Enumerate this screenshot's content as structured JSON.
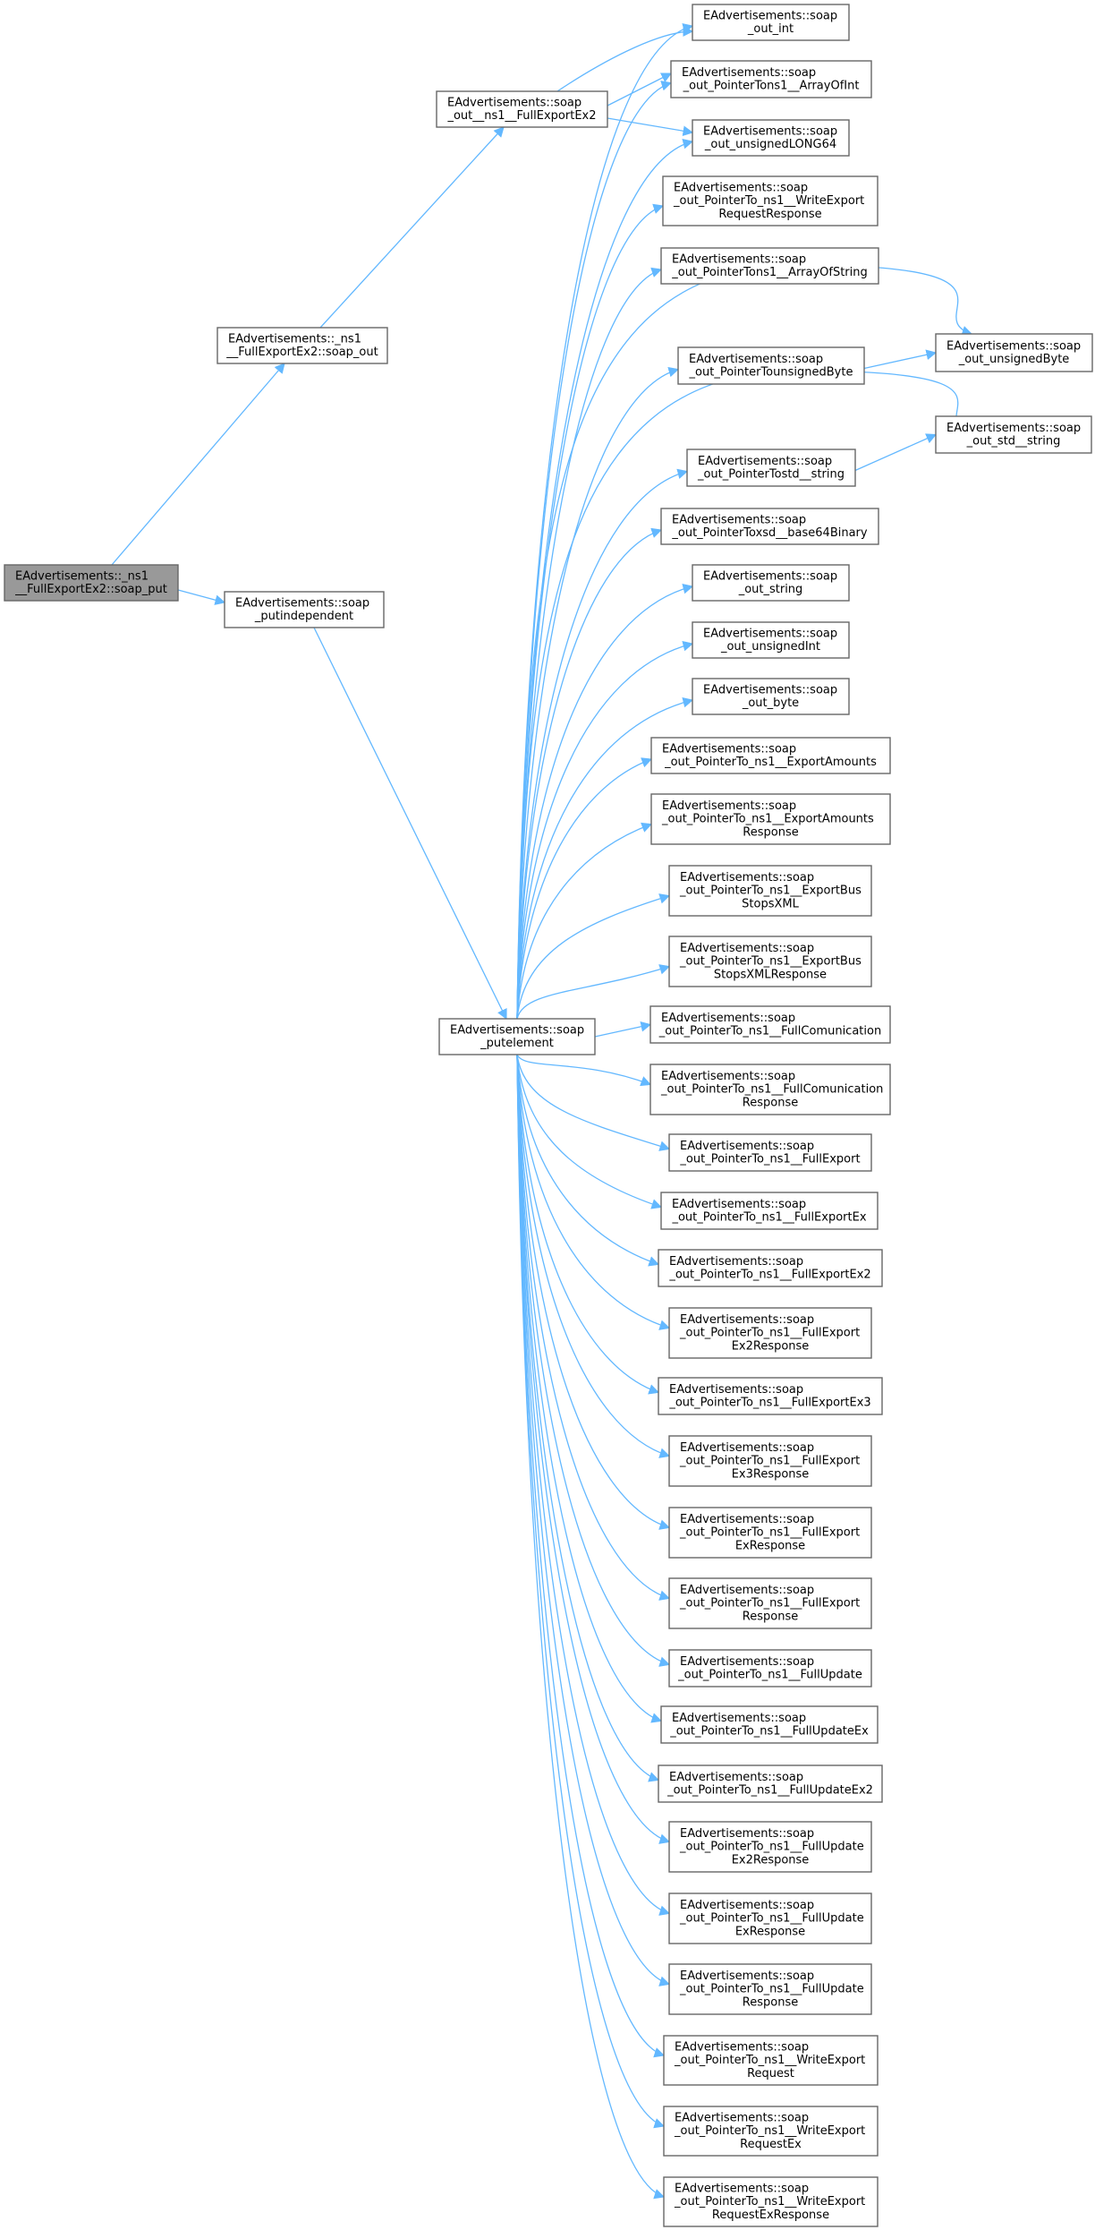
{
  "colors": {
    "edge": "#63b8ff",
    "node_border": "#666666",
    "highlight_fill": "#999999"
  },
  "nodes": [
    {
      "id": "put",
      "lines": [
        "EAdvertisements::_ns1",
        "__FullExportEx2::soap_put"
      ],
      "highlighted": true
    },
    {
      "id": "soap_out",
      "lines": [
        "EAdvertisements::_ns1",
        "__FullExportEx2::soap_out"
      ]
    },
    {
      "id": "putindependent",
      "lines": [
        "EAdvertisements::soap",
        "_putindependent"
      ]
    },
    {
      "id": "out_fee2",
      "lines": [
        "EAdvertisements::soap",
        "_out__ns1__FullExportEx2"
      ]
    },
    {
      "id": "putelement",
      "lines": [
        "EAdvertisements::soap",
        "_putelement"
      ]
    },
    {
      "id": "n1",
      "lines": [
        "EAdvertisements::soap",
        "_out_int"
      ]
    },
    {
      "id": "n2",
      "lines": [
        "EAdvertisements::soap",
        "_out_PointerTons1__ArrayOfInt"
      ]
    },
    {
      "id": "n3",
      "lines": [
        "EAdvertisements::soap",
        "_out_unsignedLONG64"
      ]
    },
    {
      "id": "n4",
      "lines": [
        "EAdvertisements::soap",
        "_out_PointerTo_ns1__WriteExport",
        "RequestResponse"
      ]
    },
    {
      "id": "n5",
      "lines": [
        "EAdvertisements::soap",
        "_out_PointerTons1__ArrayOfString"
      ]
    },
    {
      "id": "n6",
      "lines": [
        "EAdvertisements::soap",
        "_out_PointerTounsignedByte"
      ]
    },
    {
      "id": "n7",
      "lines": [
        "EAdvertisements::soap",
        "_out_PointerTostd__string"
      ]
    },
    {
      "id": "n8",
      "lines": [
        "EAdvertisements::soap",
        "_out_PointerToxsd__base64Binary"
      ]
    },
    {
      "id": "n9",
      "lines": [
        "EAdvertisements::soap",
        "_out_string"
      ]
    },
    {
      "id": "n10",
      "lines": [
        "EAdvertisements::soap",
        "_out_unsignedInt"
      ]
    },
    {
      "id": "n11",
      "lines": [
        "EAdvertisements::soap",
        "_out_byte"
      ]
    },
    {
      "id": "n12",
      "lines": [
        "EAdvertisements::soap",
        "_out_PointerTo_ns1__ExportAmounts"
      ]
    },
    {
      "id": "n13",
      "lines": [
        "EAdvertisements::soap",
        "_out_PointerTo_ns1__ExportAmounts",
        "Response"
      ]
    },
    {
      "id": "n14",
      "lines": [
        "EAdvertisements::soap",
        "_out_PointerTo_ns1__ExportBus",
        "StopsXML"
      ]
    },
    {
      "id": "n15",
      "lines": [
        "EAdvertisements::soap",
        "_out_PointerTo_ns1__ExportBus",
        "StopsXMLResponse"
      ]
    },
    {
      "id": "n16",
      "lines": [
        "EAdvertisements::soap",
        "_out_PointerTo_ns1__FullComunication"
      ]
    },
    {
      "id": "n17",
      "lines": [
        "EAdvertisements::soap",
        "_out_PointerTo_ns1__FullComunication",
        "Response"
      ]
    },
    {
      "id": "n18",
      "lines": [
        "EAdvertisements::soap",
        "_out_PointerTo_ns1__FullExport"
      ]
    },
    {
      "id": "n19",
      "lines": [
        "EAdvertisements::soap",
        "_out_PointerTo_ns1__FullExportEx"
      ]
    },
    {
      "id": "n20",
      "lines": [
        "EAdvertisements::soap",
        "_out_PointerTo_ns1__FullExportEx2"
      ]
    },
    {
      "id": "n21",
      "lines": [
        "EAdvertisements::soap",
        "_out_PointerTo_ns1__FullExport",
        "Ex2Response"
      ]
    },
    {
      "id": "n22",
      "lines": [
        "EAdvertisements::soap",
        "_out_PointerTo_ns1__FullExportEx3"
      ]
    },
    {
      "id": "n23",
      "lines": [
        "EAdvertisements::soap",
        "_out_PointerTo_ns1__FullExport",
        "Ex3Response"
      ]
    },
    {
      "id": "n24",
      "lines": [
        "EAdvertisements::soap",
        "_out_PointerTo_ns1__FullExport",
        "ExResponse"
      ]
    },
    {
      "id": "n25",
      "lines": [
        "EAdvertisements::soap",
        "_out_PointerTo_ns1__FullExport",
        "Response"
      ]
    },
    {
      "id": "n26",
      "lines": [
        "EAdvertisements::soap",
        "_out_PointerTo_ns1__FullUpdate"
      ]
    },
    {
      "id": "n27",
      "lines": [
        "EAdvertisements::soap",
        "_out_PointerTo_ns1__FullUpdateEx"
      ]
    },
    {
      "id": "n28",
      "lines": [
        "EAdvertisements::soap",
        "_out_PointerTo_ns1__FullUpdateEx2"
      ]
    },
    {
      "id": "n29",
      "lines": [
        "EAdvertisements::soap",
        "_out_PointerTo_ns1__FullUpdate",
        "Ex2Response"
      ]
    },
    {
      "id": "n30",
      "lines": [
        "EAdvertisements::soap",
        "_out_PointerTo_ns1__FullUpdate",
        "ExResponse"
      ]
    },
    {
      "id": "n31",
      "lines": [
        "EAdvertisements::soap",
        "_out_PointerTo_ns1__FullUpdate",
        "Response"
      ]
    },
    {
      "id": "n32",
      "lines": [
        "EAdvertisements::soap",
        "_out_PointerTo_ns1__WriteExport",
        "Request"
      ]
    },
    {
      "id": "n33",
      "lines": [
        "EAdvertisements::soap",
        "_out_PointerTo_ns1__WriteExport",
        "RequestEx"
      ]
    },
    {
      "id": "n34",
      "lines": [
        "EAdvertisements::soap",
        "_out_PointerTo_ns1__WriteExport",
        "RequestExResponse"
      ]
    },
    {
      "id": "ubyte",
      "lines": [
        "EAdvertisements::soap",
        "_out_unsignedByte"
      ]
    },
    {
      "id": "stdstr",
      "lines": [
        "EAdvertisements::soap",
        "_out_std__string"
      ]
    }
  ],
  "edges": [
    [
      "put",
      "soap_out"
    ],
    [
      "put",
      "putindependent"
    ],
    [
      "soap_out",
      "out_fee2"
    ],
    [
      "putindependent",
      "putelement"
    ],
    [
      "out_fee2",
      "n1"
    ],
    [
      "out_fee2",
      "n2"
    ],
    [
      "out_fee2",
      "n3"
    ],
    [
      "n6",
      "ubyte"
    ],
    [
      "n7",
      "stdstr"
    ],
    [
      "putelement",
      "ubyte"
    ],
    [
      "putelement",
      "stdstr"
    ],
    [
      "putelement",
      "n1"
    ],
    [
      "putelement",
      "n2"
    ],
    [
      "putelement",
      "n3"
    ],
    [
      "putelement",
      "n4"
    ],
    [
      "putelement",
      "n5"
    ],
    [
      "putelement",
      "n6"
    ],
    [
      "putelement",
      "n7"
    ],
    [
      "putelement",
      "n8"
    ],
    [
      "putelement",
      "n9"
    ],
    [
      "putelement",
      "n10"
    ],
    [
      "putelement",
      "n11"
    ],
    [
      "putelement",
      "n12"
    ],
    [
      "putelement",
      "n13"
    ],
    [
      "putelement",
      "n14"
    ],
    [
      "putelement",
      "n15"
    ],
    [
      "putelement",
      "n16"
    ],
    [
      "putelement",
      "n17"
    ],
    [
      "putelement",
      "n18"
    ],
    [
      "putelement",
      "n19"
    ],
    [
      "putelement",
      "n20"
    ],
    [
      "putelement",
      "n21"
    ],
    [
      "putelement",
      "n22"
    ],
    [
      "putelement",
      "n23"
    ],
    [
      "putelement",
      "n24"
    ],
    [
      "putelement",
      "n25"
    ],
    [
      "putelement",
      "n26"
    ],
    [
      "putelement",
      "n27"
    ],
    [
      "putelement",
      "n28"
    ],
    [
      "putelement",
      "n29"
    ],
    [
      "putelement",
      "n30"
    ],
    [
      "putelement",
      "n31"
    ],
    [
      "putelement",
      "n32"
    ],
    [
      "putelement",
      "n33"
    ],
    [
      "putelement",
      "n34"
    ]
  ]
}
